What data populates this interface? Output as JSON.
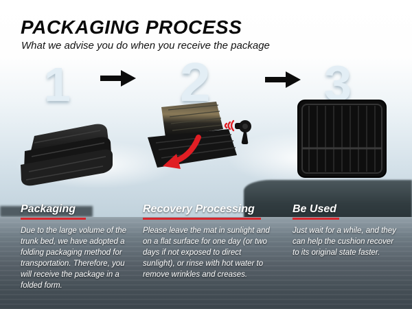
{
  "header": {
    "title": "PACKAGING PROCESS",
    "subtitle": "What we advise you do when you receive the package"
  },
  "steps": [
    {
      "number": "1",
      "heading": "Packaging",
      "body": "Due to the large volume of the trunk bed, we have adopted a folding packaging method for transportation. Therefore, you will receive the package in a folded form."
    },
    {
      "number": "2",
      "heading": "Recovery Processing",
      "body": "Please leave the mat in sunlight and on a flat surface for one day (or two days if not exposed to direct sunlight), or rinse with hot water to remove wrinkles and creases."
    },
    {
      "number": "3",
      "heading": "Be Used",
      "body": "Just wait for a while, and they can help the cushion recover to its original state faster."
    }
  ],
  "icons": {
    "step_arrow": "right-arrow",
    "unfold_arrow": "curved-red-arrow",
    "dryer": "hair-dryer"
  },
  "colors": {
    "accent_red": "#d8262c",
    "number_fill": "#e3eef5",
    "text_on_photo": "#ffffff",
    "title_black": "#0a0a0a"
  }
}
